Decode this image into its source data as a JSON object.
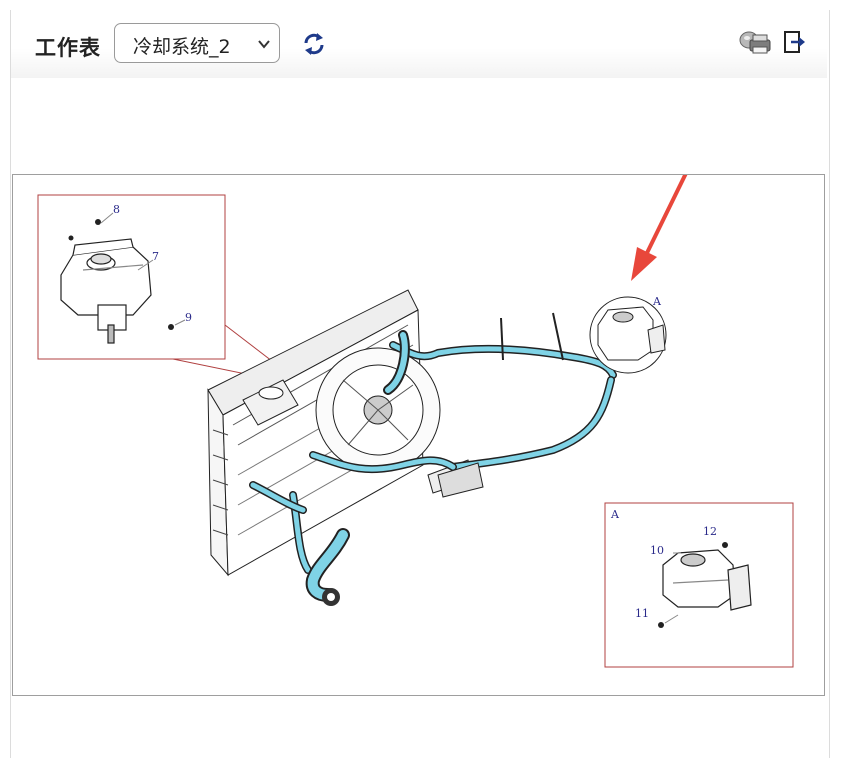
{
  "toolbar": {
    "worksheet_label": "工作表",
    "selected_sheet": "冷却系统_2",
    "icons": {
      "dropdown": "chevron-down-icon",
      "refresh": "refresh-icon",
      "print": "printer-icon",
      "export": "export-icon"
    },
    "accent_color": "#1e3a8a"
  },
  "diagram": {
    "callouts": {
      "n7": "7",
      "n8": "8",
      "n9": "9",
      "n10": "10",
      "n11": "11",
      "n12": "12",
      "detail_a": "A",
      "detail_a_ref": "A"
    },
    "colors": {
      "hose": "#7fd3e6",
      "inset_border": "#b04040",
      "arrow": "#e8473b"
    }
  }
}
